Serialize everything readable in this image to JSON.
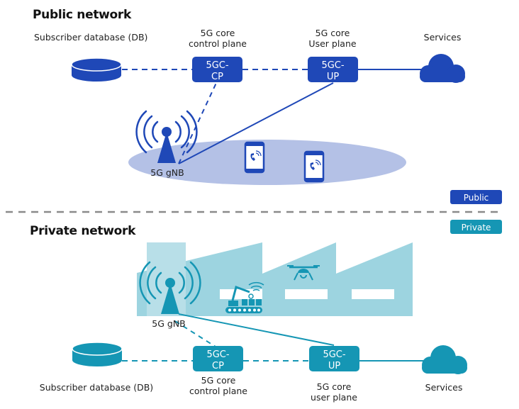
{
  "colors": {
    "public_primary": "#1f48b7",
    "public_coverage": "#b4c1e6",
    "private_primary": "#1596b4",
    "private_building": "#9dd4e0",
    "private_tower_band": "#c7e5ec",
    "divider": "#8a8a8a"
  },
  "public": {
    "title": "Public network",
    "badge": "Public",
    "db_label": "Subscriber database (DB)",
    "cp_caption": [
      "5G core",
      "control plane"
    ],
    "up_caption": [
      "5G core",
      "User plane"
    ],
    "services_label": "Services",
    "cp_node": [
      "5GC-",
      "CP"
    ],
    "up_node": [
      "5GC-",
      "UP"
    ],
    "gnb_label": "5G gNB",
    "devices": [
      "smartphone-call",
      "smartphone-call"
    ]
  },
  "private": {
    "title": "Private network",
    "badge": "Private",
    "db_label": "Subscriber database (DB)",
    "cp_caption": [
      "5G core",
      "control plane"
    ],
    "up_caption": [
      "5G core",
      "user plane"
    ],
    "services_label": "Services",
    "cp_node": [
      "5GC-",
      "CP"
    ],
    "up_node": [
      "5GC-",
      "UP"
    ],
    "gnb_label": "5G gNB",
    "devices": [
      "robotic-arm-conveyor",
      "drone"
    ]
  },
  "links": [
    {
      "network": "public",
      "from": "db",
      "to": "5GC-CP",
      "style": "dashed"
    },
    {
      "network": "public",
      "from": "5GC-CP",
      "to": "5GC-UP",
      "style": "dashed"
    },
    {
      "network": "public",
      "from": "5GC-UP",
      "to": "services",
      "style": "solid"
    },
    {
      "network": "public",
      "from": "gNB",
      "to": "5GC-CP",
      "style": "dashed"
    },
    {
      "network": "public",
      "from": "gNB",
      "to": "5GC-UP",
      "style": "solid"
    },
    {
      "network": "private",
      "from": "db",
      "to": "5GC-CP",
      "style": "dashed"
    },
    {
      "network": "private",
      "from": "5GC-CP",
      "to": "5GC-UP",
      "style": "dashed"
    },
    {
      "network": "private",
      "from": "5GC-UP",
      "to": "services",
      "style": "solid"
    },
    {
      "network": "private",
      "from": "gNB",
      "to": "5GC-CP",
      "style": "dashed"
    },
    {
      "network": "private",
      "from": "gNB",
      "to": "5GC-UP",
      "style": "solid"
    }
  ]
}
